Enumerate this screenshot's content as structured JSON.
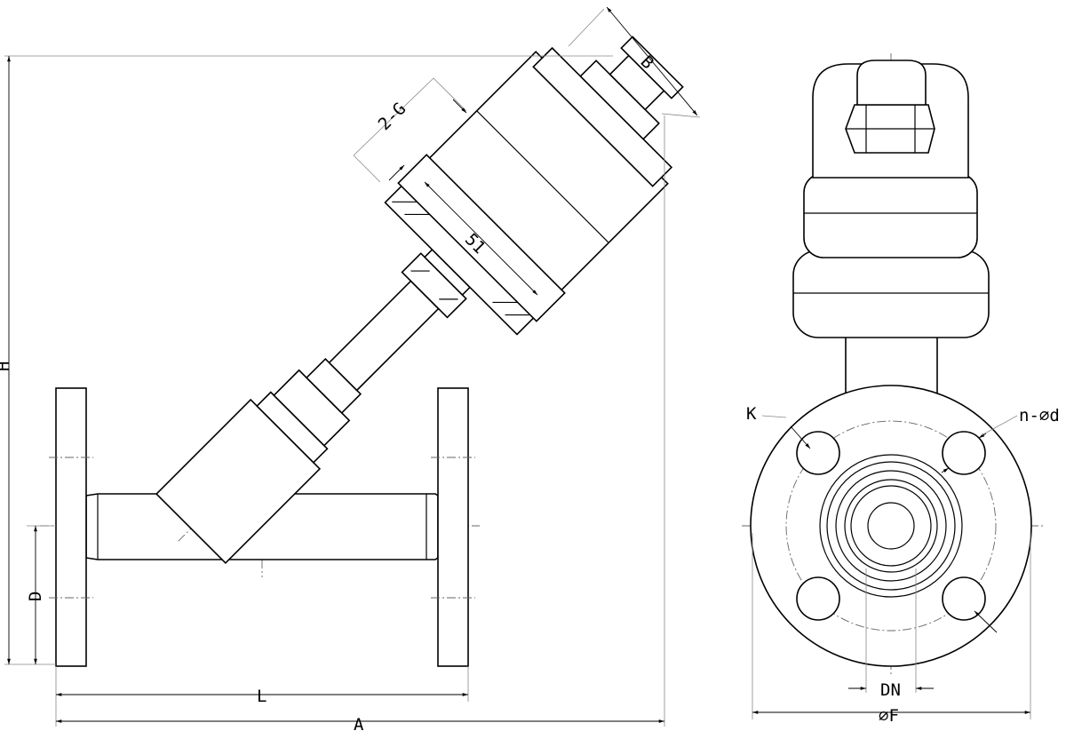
{
  "labels": {
    "B": "B",
    "G": "2-G",
    "stroke": "51",
    "H": "H",
    "D": "D",
    "L": "L",
    "A": "A",
    "K": "K",
    "nd": "n-∅d",
    "DN": "DN",
    "F": "∅F"
  }
}
